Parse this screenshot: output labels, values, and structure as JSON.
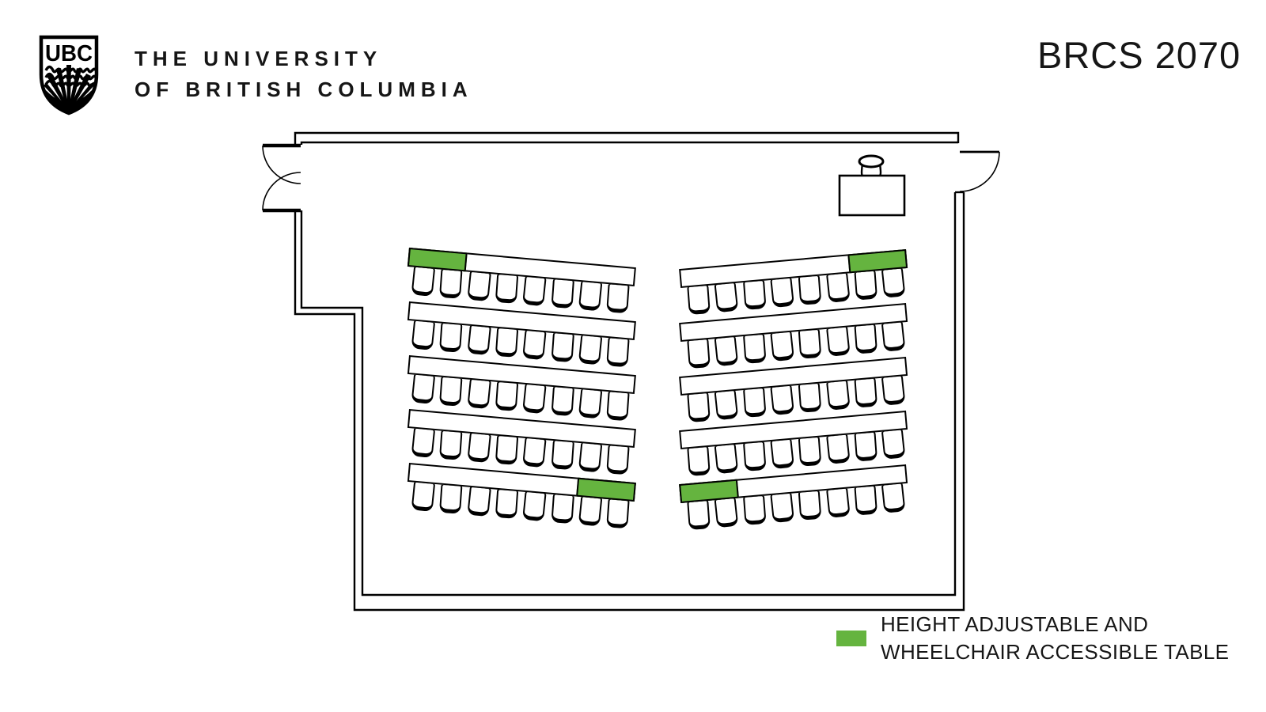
{
  "branding": {
    "shield_monogram": "UBC",
    "institution_name_line1": "THE UNIVERSITY",
    "institution_name_line2": "OF BRITISH COLUMBIA"
  },
  "title": {
    "room_code": "BRCS 2070"
  },
  "legend": {
    "swatch_color": "#65B43F",
    "label_line1": "HEIGHT ADJUSTABLE AND",
    "label_line2": "WHEELCHAIR ACCESSIBLE TABLE"
  },
  "floorplan": {
    "colors": {
      "accessible_table": "#65B43F",
      "line": "#000000",
      "background": "#FFFFFF"
    },
    "doors": [
      {
        "location": "top-left-wall",
        "type": "double-outswing"
      },
      {
        "location": "top-right-corner",
        "type": "single-outswing"
      }
    ],
    "instructor_station": {
      "type": "table-with-chair",
      "location": "front-right"
    },
    "sections": [
      {
        "side": "left",
        "rows": [
          {
            "seats": 8,
            "accessible_segment": "left"
          },
          {
            "seats": 8,
            "accessible_segment": null
          },
          {
            "seats": 8,
            "accessible_segment": null
          },
          {
            "seats": 8,
            "accessible_segment": null
          },
          {
            "seats": 8,
            "accessible_segment": "right"
          }
        ]
      },
      {
        "side": "right",
        "rows": [
          {
            "seats": 8,
            "accessible_segment": "right"
          },
          {
            "seats": 8,
            "accessible_segment": null
          },
          {
            "seats": 8,
            "accessible_segment": null
          },
          {
            "seats": 8,
            "accessible_segment": null
          },
          {
            "seats": 8,
            "accessible_segment": "left"
          }
        ]
      }
    ]
  }
}
